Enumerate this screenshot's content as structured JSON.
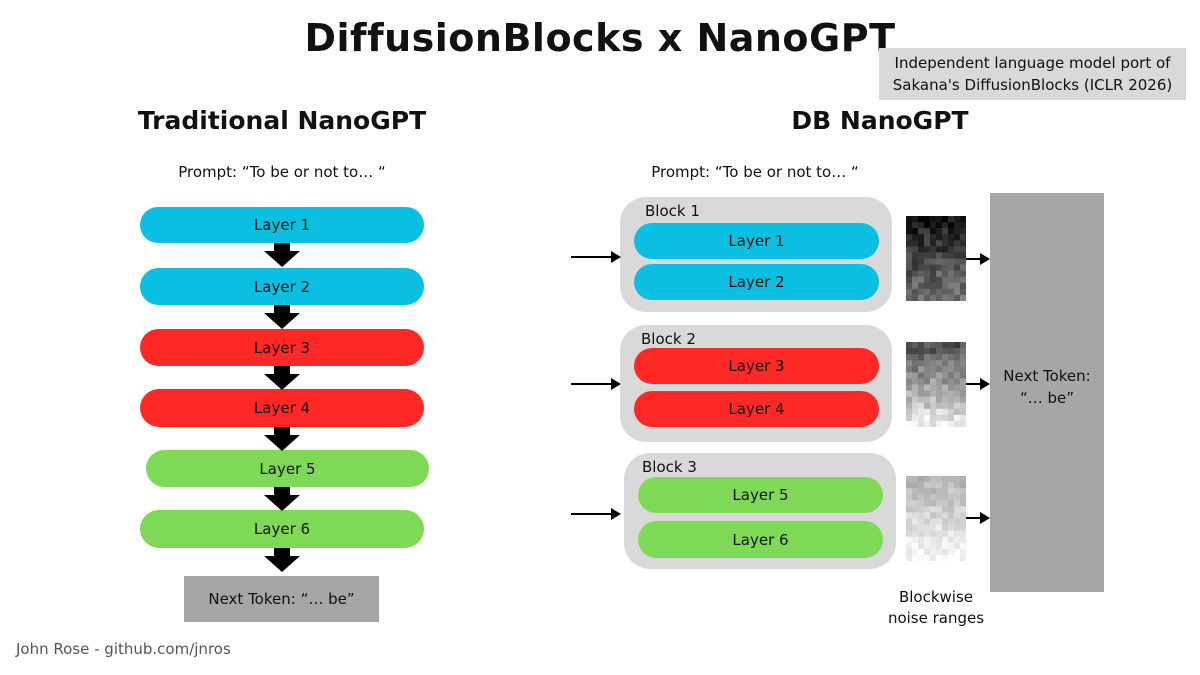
{
  "title": "DiffusionBlocks x NanoGPT",
  "note": {
    "line1": "Independent language model port of",
    "line2": "Sakana's DiffusionBlocks (ICLR 2026)"
  },
  "traditional": {
    "heading": "Traditional NanoGPT",
    "prompt": "Prompt: “To be or not to… “",
    "layers": [
      "Layer 1",
      "Layer 2",
      "Layer 3",
      "Layer 4",
      "Layer 5",
      "Layer 6"
    ],
    "next_token": "Next Token: “… be”"
  },
  "db": {
    "heading": "DB NanoGPT",
    "prompt": "Prompt: “To be or not to… “",
    "blocks": [
      {
        "label": "Block 1",
        "layers": [
          "Layer 1",
          "Layer 2"
        ],
        "noise_level": "high"
      },
      {
        "label": "Block 2",
        "layers": [
          "Layer 3",
          "Layer 4"
        ],
        "noise_level": "medium"
      },
      {
        "label": "Block 3",
        "layers": [
          "Layer 5",
          "Layer 6"
        ],
        "noise_level": "low"
      }
    ],
    "next_token_line1": "Next Token:",
    "next_token_line2": "“… be”",
    "noise_caption_line1": "Blockwise",
    "noise_caption_line2": "noise ranges"
  },
  "footer": "John Rose - github.com/jnros",
  "colors": {
    "blue": "#0bbfe2",
    "red": "#fe2827",
    "green": "#7ed957",
    "block_bg": "#d9d9d9",
    "token_bg": "#a6a6a6"
  }
}
